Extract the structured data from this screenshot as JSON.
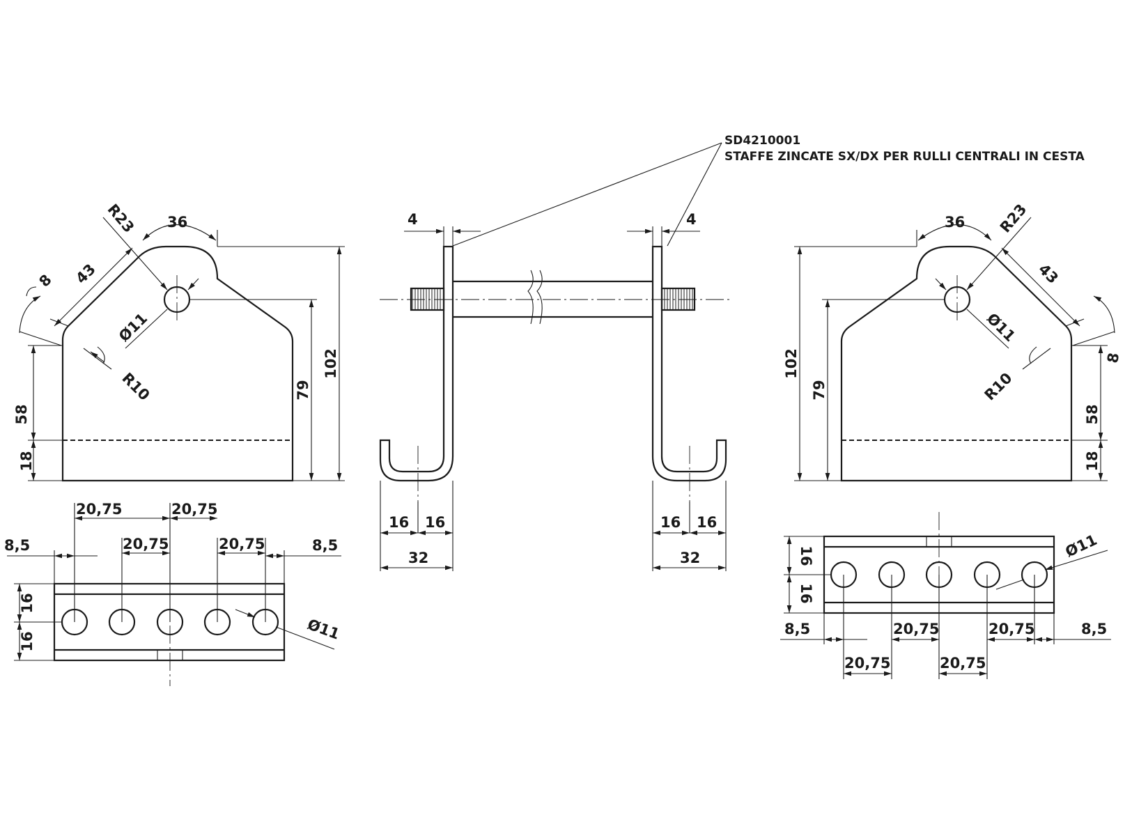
{
  "note": {
    "code": "SD4210001",
    "description": "STAFFE ZINCATE SX/DX PER RULLI CENTRALI IN CESTA"
  },
  "left_plate": {
    "front": {
      "r23": "R23",
      "a36": "36",
      "d43": "43",
      "a8": "8",
      "hole": "Ø11",
      "r10": "R10",
      "d58": "58",
      "d18": "18",
      "d79": "79",
      "d102": "102"
    },
    "plan": {
      "p1": "20,75",
      "p2": "20,75",
      "p3": "20,75",
      "p4": "20,75",
      "e1": "8,5",
      "e2": "8,5",
      "w1": "16",
      "w2": "16",
      "hole": "Ø11"
    }
  },
  "side_view": {
    "t_left": "4",
    "t_right": "4",
    "l16a": "16",
    "l16b": "16",
    "l32": "32",
    "r16a": "16",
    "r16b": "16",
    "r32": "32"
  },
  "right_plate": {
    "front": {
      "r23": "R23",
      "a36": "36",
      "d43": "43",
      "a8": "8",
      "hole": "Ø11",
      "r10": "R10",
      "d58": "58",
      "d18": "18",
      "d79": "79",
      "d102": "102"
    },
    "plan": {
      "p1": "20,75",
      "p2": "20,75",
      "p3": "20,75",
      "p4": "20,75",
      "e1": "8,5",
      "e2": "8,5",
      "w1": "16",
      "w2": "16",
      "hole": "Ø11"
    }
  }
}
